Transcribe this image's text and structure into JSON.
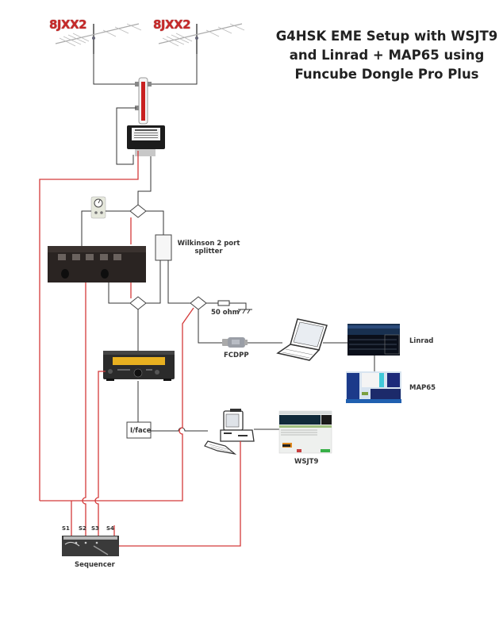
{
  "title": {
    "line1": "G4HSK  EME Setup with WSJT9",
    "line2": "and Linrad + MAP65 using",
    "line3": "Funcube Dongle Pro Plus"
  },
  "antennas": [
    {
      "label": "8JXX2"
    },
    {
      "label": "8JXX2"
    }
  ],
  "components": {
    "splitter_label_line1": "Wilkinson 2 port",
    "splitter_label_line2": "splitter",
    "load_label": "50 ohm",
    "fcdpp_label": "FCDPP",
    "linrad_label": "Linrad",
    "map65_label": "MAP65",
    "interface_label": "I/face",
    "wsjt_label": "WSJT9",
    "sequencer_label": "Sequencer",
    "sequencer_ports": [
      "S1",
      "S2",
      "S3",
      "S4"
    ]
  },
  "colors": {
    "wire": "#333333",
    "control_wire": "#d43a3a",
    "antenna_label": "#c62a2a"
  }
}
